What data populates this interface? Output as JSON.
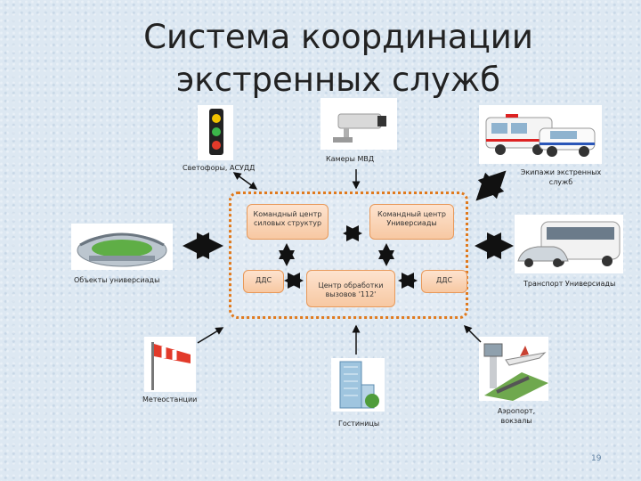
{
  "slide": {
    "title": "Система координации экстренных служб",
    "page_number": "19"
  },
  "labels": {
    "traffic": "Светофоры, АСУДД",
    "cameras": "Камеры МВД",
    "crews": "Экипажи экстренных служб",
    "venues": "Объекты универсиады",
    "transport": "Транспорт Универсиады",
    "weather": "Метеостанции",
    "hotels": "Гостиницы",
    "airport": "Аэропорт, вокзалы"
  },
  "hub": {
    "cc_security": "Командный центр силовых структур",
    "cc_universiade": "Командный центр Универсиады",
    "dds_left": "ДДС",
    "call_center": "Центр обработки вызовов '112'",
    "dds_right": "ДДС"
  },
  "icons": {
    "traffic": "traffic-light-icon",
    "cameras": "security-camera-icon",
    "crews": "emergency-vehicles-icon",
    "venues": "stadium-icon",
    "transport": "bus-and-car-icon",
    "weather": "windsock-icon",
    "hotels": "hotel-building-icon",
    "airport": "airport-icon"
  },
  "colors": {
    "hub_border": "#e07a1e",
    "node_fill": "#f7c8a2",
    "arrow": "#111111"
  }
}
